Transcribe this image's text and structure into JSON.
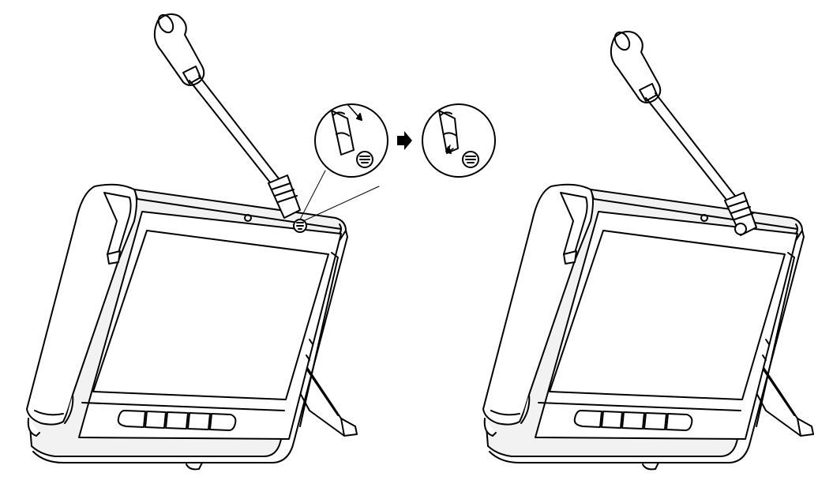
{
  "diagram": {
    "steps": [
      {
        "id": "step-1",
        "detail_views": [
          "microphone-insert-before",
          "microphone-insert-after"
        ]
      },
      {
        "id": "step-2",
        "state": "microphone-installed"
      }
    ],
    "connector": "arrow-right-icon",
    "device_parts": [
      "gooseneck-microphone",
      "handset",
      "touch-screen",
      "function-buttons",
      "kickstand",
      "camera-lens",
      "microphone-socket"
    ],
    "colors": {
      "line": "#000000",
      "body_shade": "#f2f2f2",
      "background": "#ffffff"
    }
  }
}
